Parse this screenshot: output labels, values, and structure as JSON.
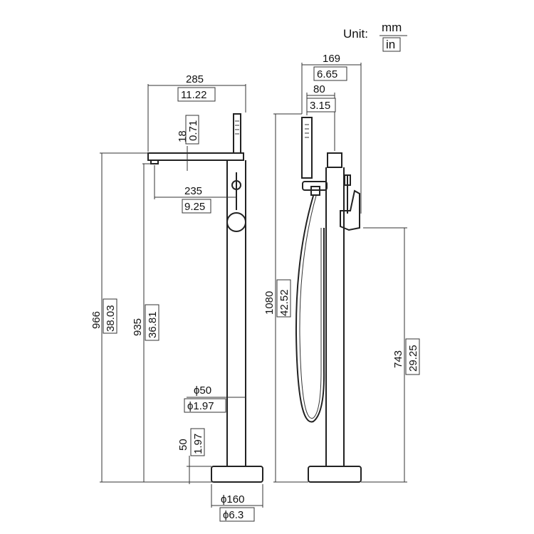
{
  "unit_legend": {
    "label": "Unit:",
    "top": "mm",
    "bottom": "in"
  },
  "front_view": {
    "spout_length": {
      "mm": "285",
      "in": "11.22"
    },
    "spout_height": {
      "mm": "18",
      "in": "0.71"
    },
    "spout_reach": {
      "mm": "235",
      "in": "9.25"
    },
    "total_height": {
      "mm": "966",
      "in": "38.03"
    },
    "spout_outlet_height": {
      "mm": "935",
      "in": "36.81"
    },
    "column_diameter": {
      "mm": "ϕ50",
      "in": "ϕ1.97"
    },
    "base_height": {
      "mm": "50",
      "in": "1.97"
    },
    "base_diameter": {
      "mm": "ϕ160",
      "in": "ϕ6.3"
    }
  },
  "side_view": {
    "overall_depth": {
      "mm": "169",
      "in": "6.65"
    },
    "handle_offset": {
      "mm": "80",
      "in": "3.15"
    },
    "overall_height": {
      "mm": "1080",
      "in": "42.52"
    },
    "handle_height": {
      "mm": "743",
      "in": "29.25"
    }
  }
}
